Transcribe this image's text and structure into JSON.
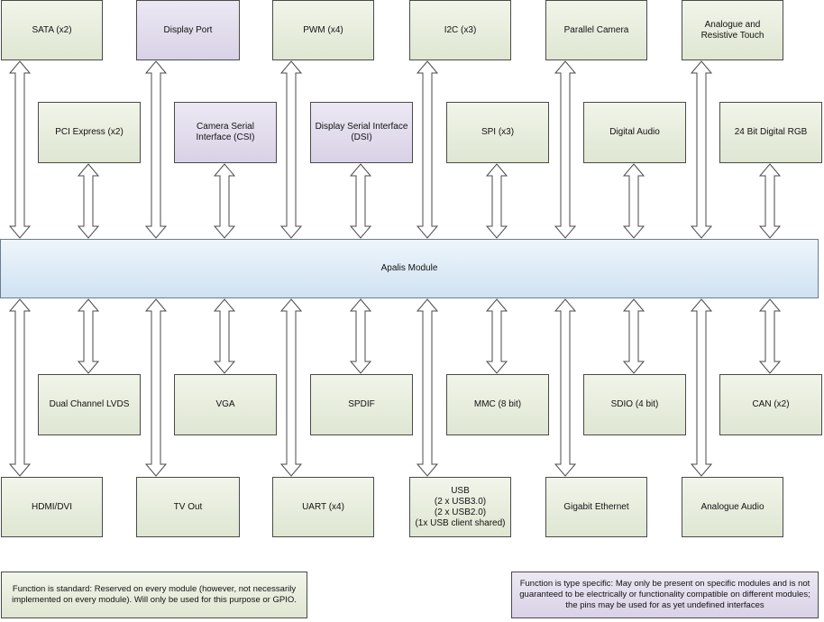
{
  "module": {
    "label": "Apalis Module"
  },
  "top_row": [
    {
      "label": "SATA (x2)",
      "kind": "standard"
    },
    {
      "label": "Display Port",
      "kind": "specific"
    },
    {
      "label": "PWM (x4)",
      "kind": "standard"
    },
    {
      "label": "I2C (x3)",
      "kind": "standard"
    },
    {
      "label": "Parallel Camera",
      "kind": "standard"
    },
    {
      "label": "Analogue and Resistive Touch",
      "kind": "standard"
    }
  ],
  "upper_row": [
    {
      "label": "PCI Express (x2)",
      "kind": "standard"
    },
    {
      "label": "Camera Serial Interface (CSI)",
      "kind": "specific"
    },
    {
      "label": "Display Serial Interface (DSI)",
      "kind": "specific"
    },
    {
      "label": "SPI (x3)",
      "kind": "standard"
    },
    {
      "label": "Digital Audio",
      "kind": "standard"
    },
    {
      "label": "24 Bit Digital RGB",
      "kind": "standard"
    }
  ],
  "lower_row": [
    {
      "label": "Dual Channel LVDS",
      "kind": "standard"
    },
    {
      "label": "VGA",
      "kind": "standard"
    },
    {
      "label": "SPDIF",
      "kind": "standard"
    },
    {
      "label": "MMC (8 bit)",
      "kind": "standard"
    },
    {
      "label": "SDIO (4 bit)",
      "kind": "standard"
    },
    {
      "label": "CAN (x2)",
      "kind": "standard"
    }
  ],
  "bottom_row": [
    {
      "label": "HDMI/DVI",
      "kind": "standard"
    },
    {
      "label": "TV Out",
      "kind": "standard"
    },
    {
      "label": "UART (x4)",
      "kind": "standard"
    },
    {
      "label": "USB\n(2 x USB3.0)\n(2 x USB2.0)\n(1x USB client shared)",
      "kind": "standard"
    },
    {
      "label": "Gigabit Ethernet",
      "kind": "standard"
    },
    {
      "label": "Analogue Audio",
      "kind": "standard"
    }
  ],
  "legend": {
    "standard": "Function is standard: Reserved on every module (however, not necessarily implemented on every module). Will only be used for this purpose or GPIO.",
    "specific": "Function is type specific: May only be present on specific modules and is not guaranteed to be electrically or functionality compatible on different modules; the pins may be used for as yet undefined interfaces"
  },
  "colors": {
    "standard_fill": "#e6ecdb",
    "specific_fill": "#ddd6ea",
    "module_fill": "#dcebf6",
    "border": "#4a4a4a",
    "arrow_fill": "#ffffff"
  }
}
